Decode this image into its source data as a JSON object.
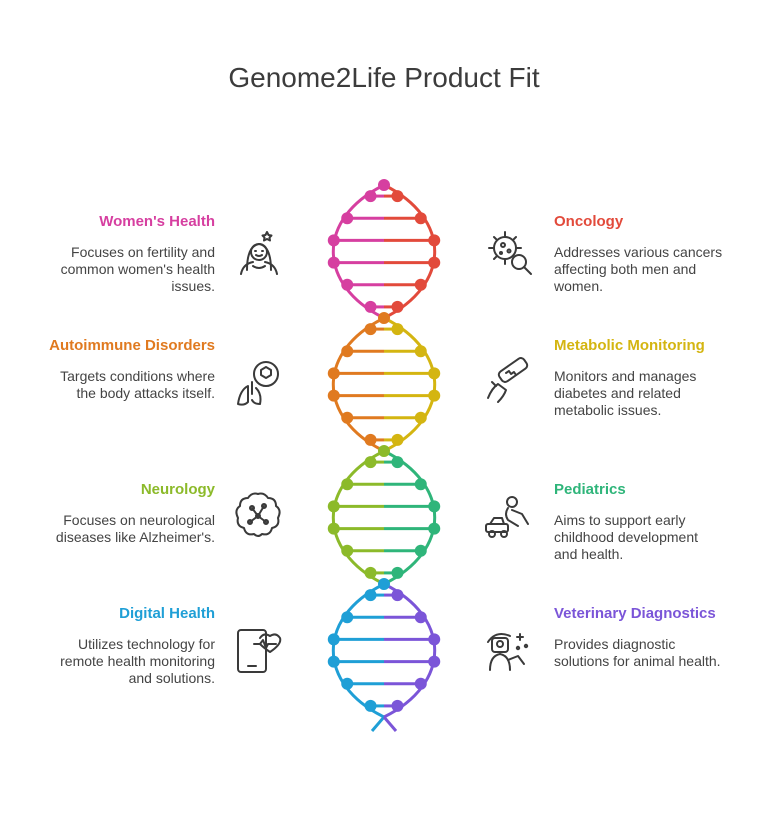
{
  "title": "Genome2Life Product Fit",
  "items": {
    "womens_health": {
      "heading": "Women's Health",
      "desc": "Focuses on fertility and common women's health issues.",
      "color": "#d63fa0"
    },
    "oncology": {
      "heading": "Oncology",
      "desc": "Addresses various cancers affecting both men and women.",
      "color": "#e24a3b"
    },
    "autoimmune": {
      "heading": "Autoimmune Disorders",
      "desc": "Targets conditions where the body attacks itself.",
      "color": "#e07a20"
    },
    "metabolic": {
      "heading": "Metabolic Monitoring",
      "desc": "Monitors and manages diabetes and related metabolic issues.",
      "color": "#d4b511"
    },
    "neurology": {
      "heading": "Neurology",
      "desc": "Focuses on neurological diseases like Alzheimer's.",
      "color": "#8cba2a"
    },
    "pediatrics": {
      "heading": "Pediatrics",
      "desc": "Aims to support early childhood development and health.",
      "color": "#2fb57a"
    },
    "digital_health": {
      "heading": "Digital Health",
      "desc": "Utilizes technology for remote health monitoring and solutions.",
      "color": "#1f9fd6"
    },
    "veterinary": {
      "heading": "Veterinary Diagnostics",
      "desc": "Provides diagnostic solutions for animal health.",
      "color": "#7b55d8"
    }
  },
  "helix_segments": [
    {
      "left": "#d63fa0",
      "right": "#e24a3b"
    },
    {
      "left": "#e07a20",
      "right": "#d4b511"
    },
    {
      "left": "#8cba2a",
      "right": "#2fb57a"
    },
    {
      "left": "#1f9fd6",
      "right": "#7b55d8"
    }
  ],
  "icon_color": "#3a3a3a"
}
